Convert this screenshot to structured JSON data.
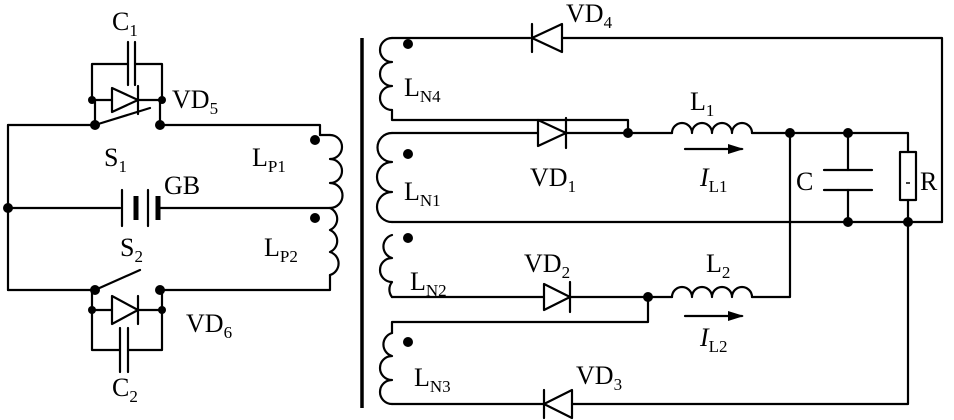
{
  "labels": {
    "c1": "C",
    "c1_sub": "1",
    "vd5": "VD",
    "vd5_sub": "5",
    "s1": "S",
    "s1_sub": "1",
    "gb": "GB",
    "lp1": "L",
    "lp1_sub": "P1",
    "lp2": "L",
    "lp2_sub": "P2",
    "s2": "S",
    "s2_sub": "2",
    "vd6": "VD",
    "vd6_sub": "6",
    "c2": "C",
    "c2_sub": "2",
    "vd4": "VD",
    "vd4_sub": "4",
    "ln4": "L",
    "ln4_sub": "N4",
    "l1": "L",
    "l1_sub": "1",
    "vd1": "VD",
    "vd1_sub": "1",
    "il1": "I",
    "il1_sub": "L1",
    "ln1": "L",
    "ln1_sub": "N1",
    "c": "C",
    "r": "R",
    "vd2": "VD",
    "vd2_sub": "2",
    "l2": "L",
    "l2_sub": "2",
    "ln2": "L",
    "ln2_sub": "N2",
    "il2": "I",
    "il2_sub": "L2",
    "ln3": "L",
    "ln3_sub": "N3",
    "vd3": "VD",
    "vd3_sub": "3"
  }
}
